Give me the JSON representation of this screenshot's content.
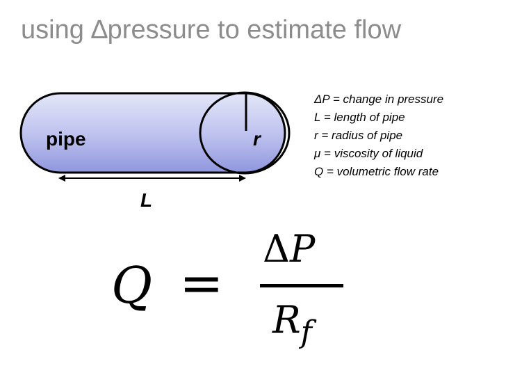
{
  "title": "using ∆pressure to estimate flow",
  "diagram": {
    "pipe_label": "pipe",
    "radius_label": "r",
    "length_label": "L"
  },
  "legend": [
    "ΔP = change in pressure",
    "L = length of pipe",
    "r = radius of pipe",
    "μ = viscosity of liquid",
    "Q = volumetric flow rate"
  ],
  "equation": {
    "lhs": "Q",
    "equals": "=",
    "numerator_delta": "Δ",
    "numerator_var": "P",
    "denominator_var": "R",
    "denominator_sub": "f"
  },
  "colors": {
    "pipe_fill_light": "#e4e6f8",
    "pipe_fill_dark": "#8f96dd",
    "title_gray": "#8c8c8c"
  }
}
